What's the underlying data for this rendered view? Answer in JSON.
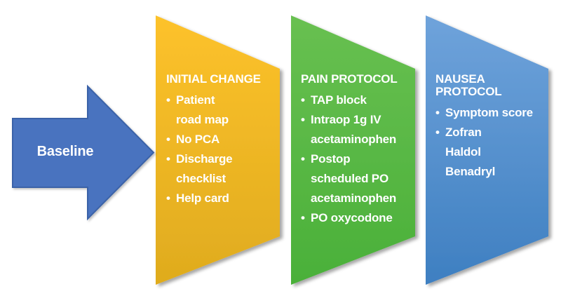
{
  "bullet_char": "•",
  "colors": {
    "arrow_fill": "#4873BF",
    "arrow_border": "#3A62A8",
    "text": "#FFFFFF"
  },
  "arrow": {
    "label": "Baseline"
  },
  "panels": [
    {
      "name": "initial-change",
      "title_lines": [
        "INITIAL CHANGE"
      ],
      "gradient": {
        "top": "#FDC22B",
        "bottom": "#DFAB1E"
      },
      "lines": [
        {
          "text": "Patient",
          "bullet": true
        },
        {
          "text": "road map",
          "bullet": false
        },
        {
          "text": "No PCA",
          "bullet": true
        },
        {
          "text": "Discharge",
          "bullet": true
        },
        {
          "text": "checklist",
          "bullet": false
        },
        {
          "text": "Help card",
          "bullet": true
        }
      ]
    },
    {
      "name": "pain-protocol",
      "title_lines": [
        "PAIN PROTOCOL"
      ],
      "gradient": {
        "top": "#68C051",
        "bottom": "#4AB039"
      },
      "lines": [
        {
          "text": "TAP block",
          "bullet": true
        },
        {
          "text": "Intraop 1g IV",
          "bullet": true
        },
        {
          "text": "acetaminophen",
          "bullet": false
        },
        {
          "text": "Postop",
          "bullet": true
        },
        {
          "text": "scheduled PO",
          "bullet": false
        },
        {
          "text": "acetaminophen",
          "bullet": false
        },
        {
          "text": "PO oxycodone",
          "bullet": true
        }
      ]
    },
    {
      "name": "nausea-protocol",
      "title_lines": [
        "NAUSEA",
        "PROTOCOL"
      ],
      "gradient": {
        "top": "#6FA3DB",
        "bottom": "#3E7FC1"
      },
      "lines": [
        {
          "text": "Symptom score",
          "bullet": true
        },
        {
          "text": "Zofran",
          "bullet": true
        },
        {
          "text": "Haldol",
          "bullet": false
        },
        {
          "text": "Benadryl",
          "bullet": false
        }
      ]
    }
  ]
}
